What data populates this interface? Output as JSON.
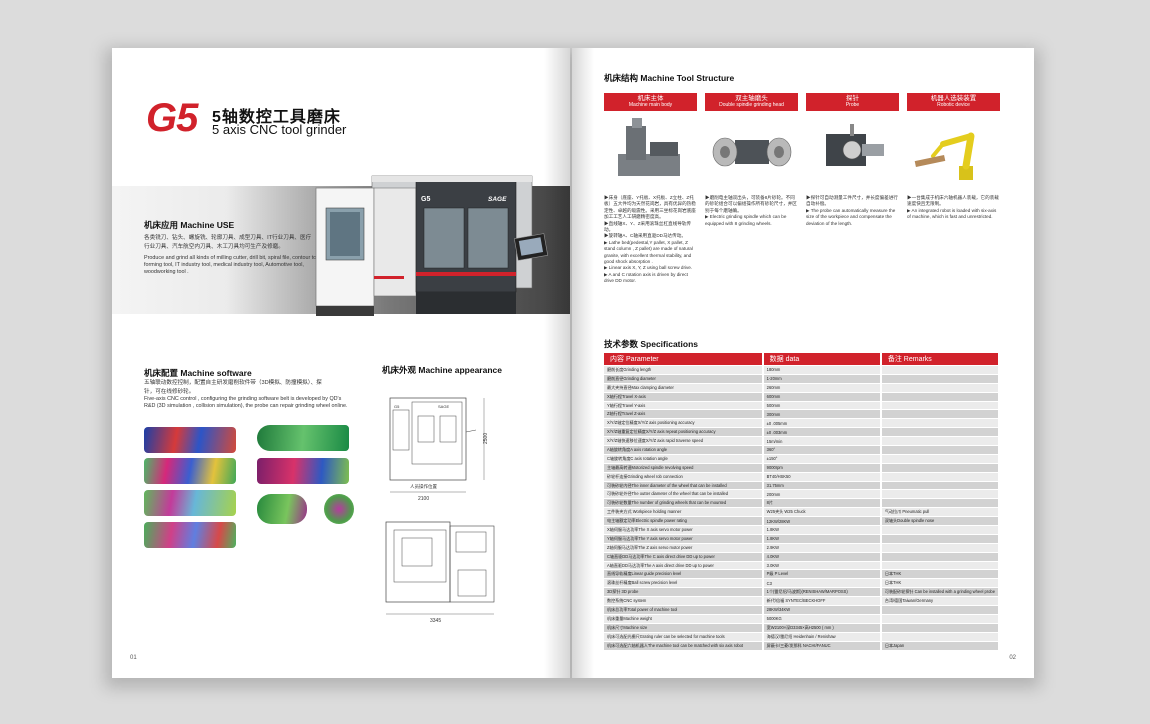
{
  "brand_colors": {
    "accent": "#d1222b",
    "text": "#111111"
  },
  "left_page": {
    "logo": "G5",
    "title_cn": "5轴数控工具磨床",
    "title_en": "5 axis CNC tool grinder",
    "machine_badge": "G5",
    "machine_brand": "SAGE",
    "machine_use": {
      "heading": "机床应用 Machine USE",
      "cn": "各类铣刀、钻头、螺旋铣、轮廓刀具、成型刀具、IT行业刀具、医疗行业刀具、汽车航空内刀具、木工刀具均可生产及修磨。",
      "en": "Produce and grind all kinds of milling cutter, drill bit, spiral file, contour tool, forming tool, IT industry tool, medical industry tool, Automotive tool, woodworking tool ."
    },
    "software": {
      "heading": "机床配置 Machine software",
      "cn": "五轴联动数控控制，配置自主研发磨削软件带（3D模拟、防撞模拟）、探针，可在线修砂轮。",
      "en": "Five-axis CNC control , configuring the grinding software belt is developed by QD's R&D (3D simulation , collision simulation), the probe can repair grinding wheel online."
    },
    "appearance": {
      "heading": "机床外观 Machine appearance",
      "dim_width": "2100",
      "dim_height": "2500",
      "dim_depth": "3345",
      "operator_label": "人员操作位置"
    },
    "page_number": "01"
  },
  "right_page": {
    "structure_heading": "机床结构 Machine Tool Structure",
    "structure": [
      {
        "title_cn": "机床主体",
        "title_en": "Machine main body",
        "desc_cn": "▶床身（底座、Y托板、X托板、Z立柱、Z托板）五大件均为天然花岗岩，具有优异的热稳定性、卓越的吸震性。采用三坐标花岗岩底座加工工艺人工研磨精密度高。",
        "desc_cn2": "▶直线轴X、Y、Z采用滚珠丝杠直线导轨传动。",
        "desc_cn3": "▶旋转轴A、C轴采用直驱DD马达传动。",
        "desc_en": "▶ Lathe bed(pedestal,Y pallet, X pallet, Z stand column , Z pallet) are made of natural granite, with excellent thermal stability, and good shock absorption .",
        "desc_en2": "▶ Linear axis X, Y, Z using ball screw drive.",
        "desc_en3": "▶ A and C rotation axis is driven by direct drive DD motor."
      },
      {
        "title_cn": "双主轴磨头",
        "title_en": "Double spindle grinding head",
        "desc_cn": "▶磨削电主轴双出头，可装备8片砂轮。不同的砂轮组合可以偏组操作所有砂轮尺寸，并区别于每个磨轴确。",
        "desc_en": "▶ Electric grinding spindle which can be equipped with 8 grinding wheels."
      },
      {
        "title_cn": "探针",
        "title_en": "Probe",
        "desc_cn": "▶探针可自动测量工件尺寸，并长度偏差进行自动补偿。",
        "desc_en": "▶ The probe can automatically measure the size of the workpiece and compensate the deviation of the length."
      },
      {
        "title_cn": "机器人选装装置",
        "title_en": "Robotic device",
        "desc_cn": "▶一台集成于机床六轴机器人装载，它的装载速度快且无限制。",
        "desc_en": "▶ An integrated robot is loaded with six-axis of machine, which is fast and unrestricted."
      }
    ],
    "spec_heading": "技术参数 Specifications",
    "spec_columns": [
      "内容 Parameter",
      "数据 data",
      "备注 Remarks"
    ],
    "spec_rows": [
      [
        "磨削长度Grinding length",
        "180mm",
        ""
      ],
      [
        "磨削直径Grinding diameter",
        "1-20mm",
        ""
      ],
      [
        "最大夹持直径Max clamping diameter",
        "260mm",
        ""
      ],
      [
        "X轴行程Travel X-axis",
        "600mm",
        ""
      ],
      [
        "Y轴行程Travel Y-axis",
        "500mm",
        ""
      ],
      [
        "Z轴行程Travel Z-axis",
        "300mm",
        ""
      ],
      [
        "X/Y/Z轴定位精度X/Y/Z axis positioning accuracy",
        "±0 .005mm",
        ""
      ],
      [
        "X/Y/Z轴重复定位精度X/Y/Z axis repeat positioning accuracy",
        "±0 .003mm",
        ""
      ],
      [
        "X/Y/Z轴快速移位速度X/Y/Z axis rapid traverse speed",
        "15m/min",
        ""
      ],
      [
        "A轴旋转角度A axis rotation angle",
        "360°",
        ""
      ],
      [
        "C轴旋转角度C axis rotation angle",
        "±150°",
        ""
      ],
      [
        "主轴最高转速Motorized spindle revolving speed",
        "9000rpm",
        ""
      ],
      [
        "砂轮杆连接Grinding wheel rob connection",
        "BT40/HSK50",
        ""
      ],
      [
        "可装砂轮内径The inner diameter of the wheel that can be installed",
        "31.75mm",
        ""
      ],
      [
        "可装砂轮外径The outter diameter of the wheel that can be installed",
        "200mm",
        ""
      ],
      [
        "可装砂轮数量The number of grinding wheels that can be mounted",
        "8片",
        ""
      ],
      [
        "工件装夹方式 Workpiece holding manner",
        "W25夹头 W25 Chuck",
        "气动拉爪 Pneumatic pull"
      ],
      [
        "电主轴额定功率Electric spindle power rating",
        "12KW/28KW",
        "双轴头Double spindle nose"
      ],
      [
        "X轴伺服马达功率The X axis servo motor power",
        "1.8KW",
        ""
      ],
      [
        "Y轴伺服马达功率The Y axis servo motor power",
        "1.8KW",
        ""
      ],
      [
        "Z轴伺服马达功率The Z axis servo motor power",
        "2.9KW",
        ""
      ],
      [
        "C轴直驱DD马达功率The C axis direct drive DD up to power",
        "4.0KW",
        ""
      ],
      [
        "A轴直驱DD马达功率The A axis direct drive DD up to power",
        "3.0KW",
        ""
      ],
      [
        "直线导轨精度Linear guide precision level",
        "P级 P Level",
        "日本THK"
      ],
      [
        "滚珠丝杆精度Ball screw precision level",
        "C3",
        "日本THK"
      ],
      [
        "3D探针 3D probe",
        "1个(雷尼绍/马波斯)(RENISHAW/MARPOSS)",
        "可装配砂轮探针 Can be installed with a grinding wheel probe"
      ],
      [
        "数控系统CNC system",
        "新代/倍福 SYNTEC/BECKHOFF",
        "台湾/德国Taiwan/Germany"
      ],
      [
        "机床总功率Total power of machine tool",
        "28KW/34KW",
        ""
      ],
      [
        "机床重量Machine weight",
        "5000KG",
        ""
      ],
      [
        "机床尺寸Machine size",
        "宽W2100×深D3345×高H2500 ( mm )",
        ""
      ],
      [
        "机床可选配光栅尺Grating ruler can be selected for machine tools",
        "海德汉/雷尼绍 Heidenhain / Renishaw",
        ""
      ],
      [
        "机床可选配六轴机器人The machine tool can be matched with six axis robot",
        "屏蔽卡/三菱/发那科 NACHI/FANUC",
        "日本Japan"
      ]
    ],
    "page_number": "02"
  }
}
